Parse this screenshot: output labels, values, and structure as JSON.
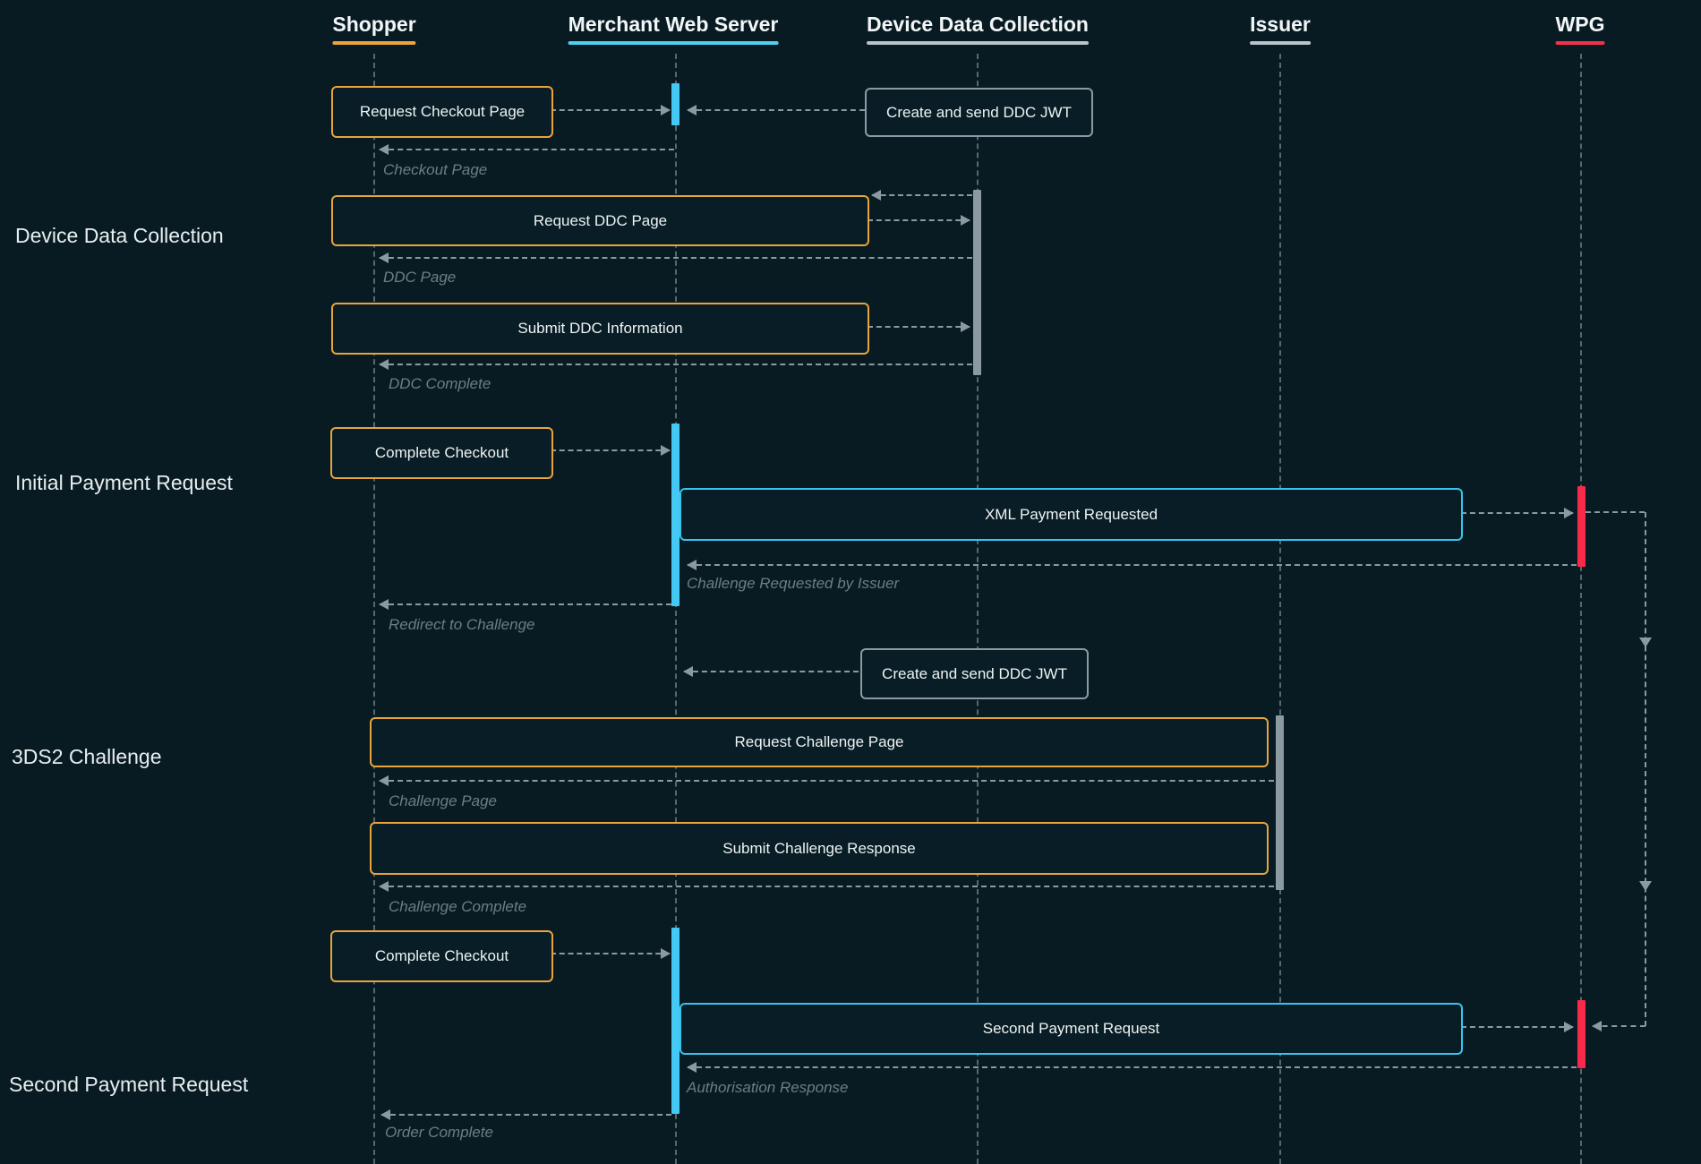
{
  "actors": [
    {
      "label": "Shopper",
      "accent": "#e9a43c"
    },
    {
      "label": "Merchant Web Server",
      "accent": "#4fd0ef"
    },
    {
      "label": "Device Data Collection",
      "accent": "#b9c4c9"
    },
    {
      "label": "Issuer",
      "accent": "#b9c4c9"
    },
    {
      "label": "WPG",
      "accent": "#f5304b"
    }
  ],
  "phases": [
    {
      "label": "Device Data Collection"
    },
    {
      "label": "Initial Payment Request"
    },
    {
      "label": "3DS2 Challenge"
    },
    {
      "label": "Second Payment Request"
    }
  ],
  "messages": {
    "request_checkout_page": "Request Checkout Page",
    "create_and_send_ddc_jwt_1": "Create and send DDC JWT",
    "request_ddc_page": "Request DDC Page",
    "submit_ddc_information": "Submit DDC Information",
    "complete_checkout_1": "Complete Checkout",
    "xml_payment_requested": "XML Payment Requested",
    "create_and_send_ddc_jwt_2": "Create and send DDC JWT",
    "request_challenge_page": "Request Challenge Page",
    "submit_challenge_response": "Submit Challenge Response",
    "complete_checkout_2": "Complete Checkout",
    "second_payment_request": "Second Payment Request"
  },
  "returns": {
    "checkout_page": "Checkout Page",
    "ddc_page": "DDC Page",
    "ddc_complete": "DDC Complete",
    "challenge_requested_by_issuer": "Challenge Requested by Issuer",
    "redirect_to_challenge": "Redirect to Challenge",
    "challenge_page": "Challenge Page",
    "challenge_complete": "Challenge Complete",
    "authorisation_response": "Authorisation Response",
    "order_complete": "Order Complete"
  },
  "colors": {
    "background": "#081b23",
    "shopper_accent": "#e9a43c",
    "merchant_accent": "#36c5f0",
    "wpg_accent": "#f9294a",
    "neutral_accent": "#8b99a0",
    "arrow": "#8b99a2",
    "lifeline": "#56676f",
    "return_label": "#6c7d86",
    "text": "#eef3f4"
  }
}
